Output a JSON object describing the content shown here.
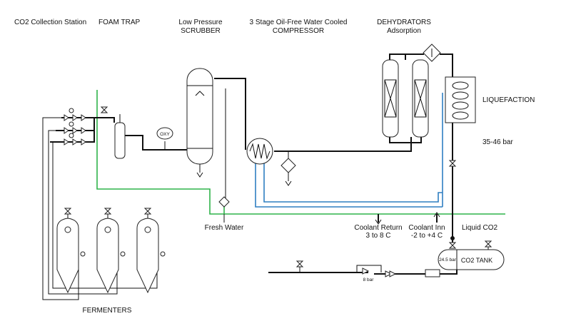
{
  "labels": {
    "co2_station": "CO2 Collection Station",
    "foam_trap": "FOAM TRAP",
    "scrubber_l1": "Low Pressure",
    "scrubber_l2": "SCRUBBER",
    "compressor_l1": "3 Stage Oil-Free Water Cooled",
    "compressor_l2": "COMPRESSOR",
    "dehydrators_l1": "DEHYDRATORS",
    "dehydrators_l2": "Adsorption",
    "liquefaction": "LIQUEFACTION",
    "pressure_range": "35-46 bar",
    "fresh_water": "Fresh Water",
    "coolant_return_l1": "Coolant Return",
    "coolant_return_l2": "3 to 8 C",
    "coolant_in_l1": "Coolant Inn",
    "coolant_in_l2": "-2 to +4 C",
    "liquid_co2": "Liquid CO2",
    "co2_tank": "CO2 TANK",
    "tank_pressure": "24.5 bar",
    "valve_pressure": "8 bar",
    "fermenters": "FERMENTERS",
    "oxy": "OXY"
  },
  "colors": {
    "process_line": "#111111",
    "fresh_water_line": "#2fb34a",
    "coolant_line": "#2f7fc1"
  }
}
